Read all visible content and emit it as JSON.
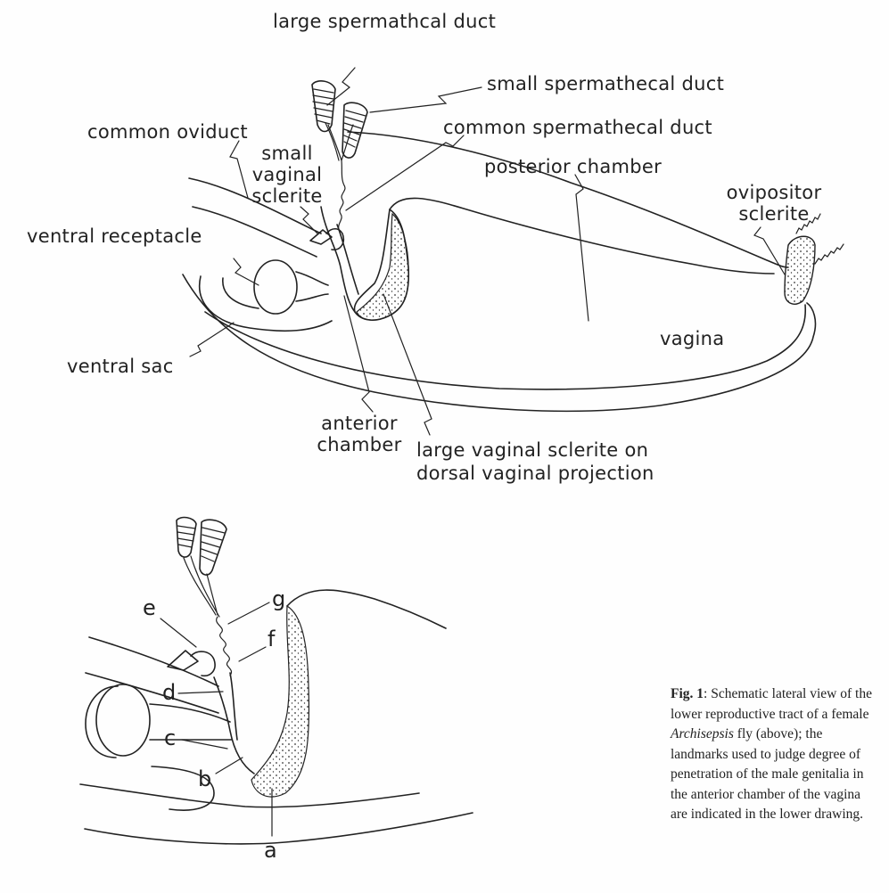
{
  "upper_labels": {
    "large_spermathecal_duct": "large spermathcal duct",
    "small_spermathecal_duct": "small spermathecal duct",
    "common_oviduct": "common oviduct",
    "common_spermathecal_duct": "common spermathecal duct",
    "small_vaginal_sclerite": "small\nvaginal\nsclerite",
    "posterior_chamber": "posterior chamber",
    "ovipositor_sclerite": "ovipositor\nsclerite",
    "ventral_receptacle": "ventral receptacle",
    "vagina": "vagina",
    "ventral_sac": "ventral sac",
    "anterior_chamber": "anterior\nchamber",
    "large_vaginal_sclerite": "large vaginal sclerite on\ndorsal vaginal projection"
  },
  "lower_labels": {
    "a": "a",
    "b": "b",
    "c": "c",
    "d": "d",
    "e": "e",
    "f": "f",
    "g": "g"
  },
  "caption": {
    "fig_label": "Fig. 1",
    "text_before_italic": ": Schematic lateral view of the lower reproductive tract of a female ",
    "italic": "Archisepsis",
    "text_after_italic": " fly (above); the landmarks used to judge degree of penetration of the male genitalia in the anterior chamber of the vagina are indicated in the lower drawing."
  }
}
